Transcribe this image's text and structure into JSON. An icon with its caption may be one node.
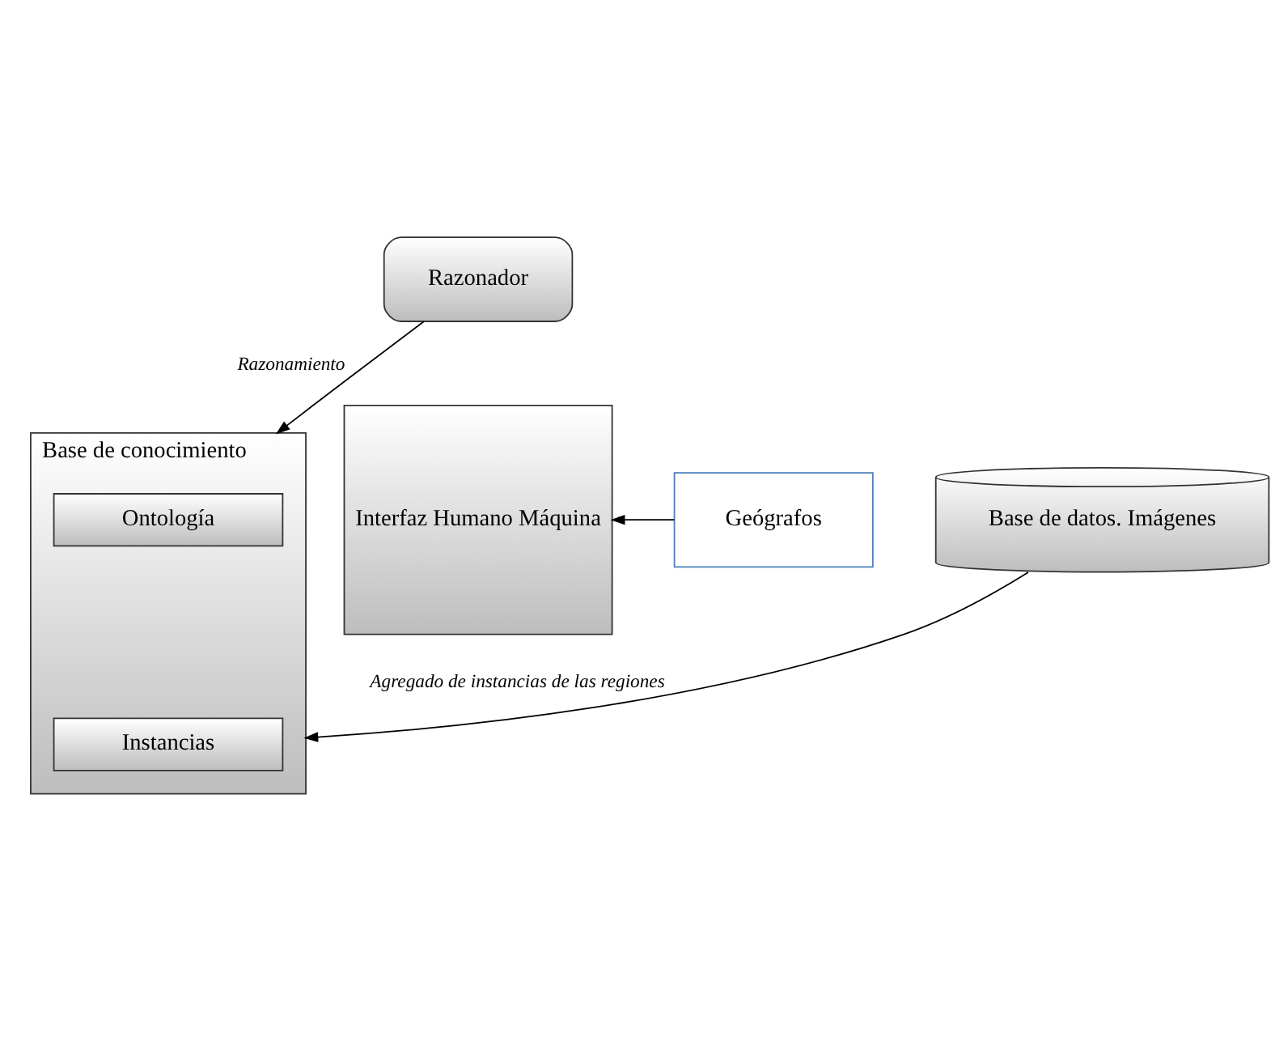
{
  "diagram": {
    "nodes": [
      {
        "text": [
          "Razonador"
        ]
      },
      {
        "text": [
          "Base de conocimiento"
        ]
      },
      {
        "text": [
          "Ontología"
        ],
        "in": 1
      },
      {
        "text": [
          "Instancias"
        ],
        "in": 1
      },
      {
        "text": [
          "Interfaz Humano Máquina"
        ]
      },
      {
        "text": [
          "Geógrafos"
        ]
      },
      {
        "text": [
          "Base de datos. Imágenes"
        ]
      }
    ],
    "edges": [
      {
        "from": 0,
        "to": 1,
        "arrow": "to",
        "label": "Razonamiento"
      },
      {
        "from": 5,
        "to": 4,
        "arrow": "to"
      },
      {
        "from": 6,
        "to": 1,
        "arrow": "to",
        "label": "Agregado de instancias de las regiones"
      }
    ]
  }
}
